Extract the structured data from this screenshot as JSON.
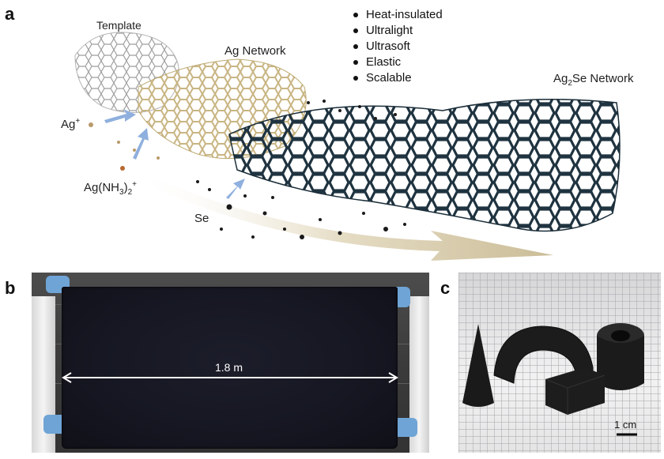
{
  "panels": {
    "a": {
      "letter": "a",
      "labels": {
        "template": "Template",
        "ag_network": "Ag Network",
        "ag2se_network_prefix": "Ag",
        "ag2se_network_sub": "2",
        "ag2se_network_suffix": "Se Network",
        "ag_ion": "Ag",
        "ag_ion_sup": "+",
        "complex_prefix": "Ag(NH",
        "complex_sub": "3",
        "complex_mid": ")",
        "complex_sub2": "2",
        "complex_sup": "+",
        "se": "Se"
      },
      "properties": [
        "Heat-insulated",
        "Ultralight",
        "Ultrasoft",
        "Elastic",
        "Scalable"
      ]
    },
    "b": {
      "letter": "b",
      "scale_label": "1.8 m"
    },
    "c": {
      "letter": "c",
      "scale_label": "1 cm"
    }
  },
  "colors": {
    "template": "#9a9a9a",
    "ag_network": "#cdbd93",
    "ag2se_network": "#1f3a48",
    "arrow": "#d9cdb0",
    "pointer_arrow": "#7ea4d8",
    "cloth": "#181924",
    "glove": "#6fa4d6"
  }
}
